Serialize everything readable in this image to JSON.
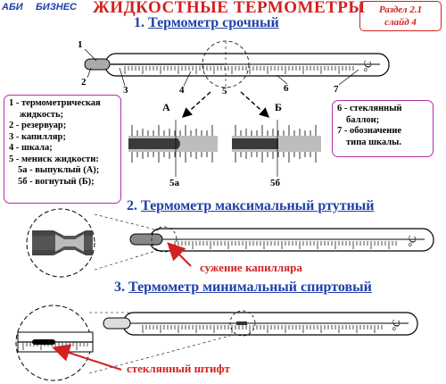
{
  "logo": {
    "part1": "АБИ",
    "part2": "БИЗНЕС"
  },
  "title": "ЖИДКОСТНЫЕ ТЕРМОМЕТРЫ",
  "section": {
    "line1": "Раздел 2.1",
    "line2": "слайд 4"
  },
  "headings": {
    "h1_num": "1.",
    "h1_text": "Термометр срочный",
    "h2_num": "2.",
    "h2_text": "Термометр максимальный ртутный",
    "h3_num": "3.",
    "h3_text": "Термометр минимальный спиртовый"
  },
  "legend_left": [
    "1 - термометрическая",
    "жидкость;",
    "2 - резервуар;",
    "3 - капилляр;",
    "4 - шкала;",
    "5 - мениск жидкости:",
    "5а - выпуклый (А);",
    "5б - вогнутый (Б);"
  ],
  "legend_right": [
    "6 - стеклянный",
    "баллон;",
    "7 - обозначение",
    "типа шкалы."
  ],
  "callouts": {
    "n1": "1",
    "n2": "2",
    "n3": "3",
    "n4": "4",
    "n5": "5",
    "n6": "6",
    "n7": "7",
    "A": "А",
    "B": "Б",
    "n5a": "5а",
    "n5b": "5б"
  },
  "scale_mark": "°C",
  "labels": {
    "capillary_narrowing": "сужение капилляра",
    "glass_pin": "стеклянный штифт"
  },
  "colors": {
    "title": "#d42020",
    "heading": "#1f3fa8",
    "legend_border": "#b02fb0",
    "arrow": "#d42020"
  }
}
